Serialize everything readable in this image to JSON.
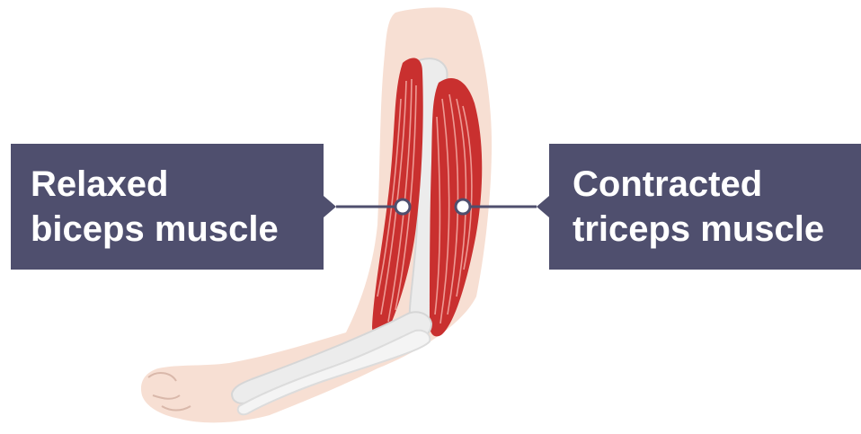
{
  "labels": {
    "left": {
      "line1": "Relaxed",
      "line2": "biceps muscle"
    },
    "right": {
      "line1": "Contracted",
      "line2": "triceps muscle"
    }
  },
  "colors": {
    "skin": "#f7dfd3",
    "muscle": "#c9302f",
    "muscle_stripe": "#f2a6a0",
    "bone": "#eeeeee",
    "label_bg": "#4f4f6e",
    "label_text": "#ffffff",
    "connector": "#4f4f6e"
  }
}
